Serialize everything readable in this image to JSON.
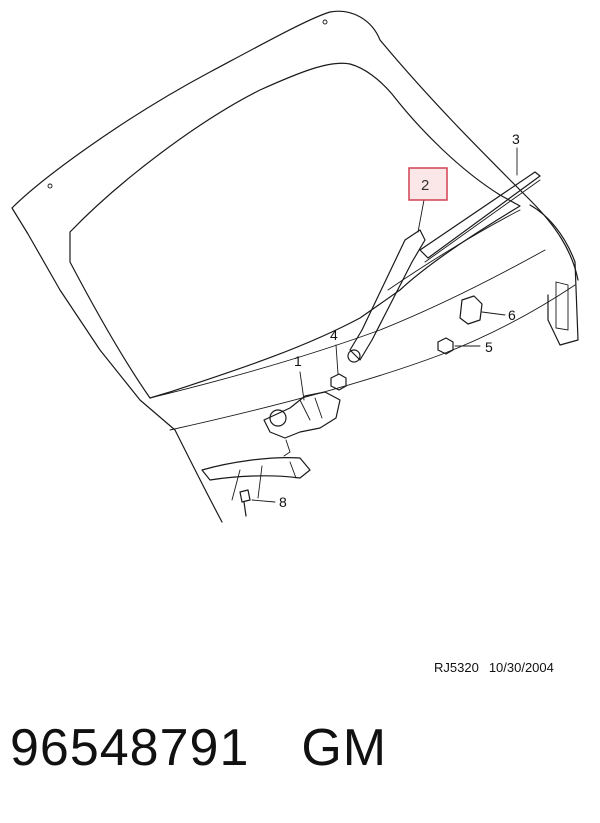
{
  "diagram": {
    "callouts": [
      {
        "id": "1",
        "label": "1"
      },
      {
        "id": "2",
        "label": "2",
        "highlighted": true
      },
      {
        "id": "3",
        "label": "3"
      },
      {
        "id": "4",
        "label": "4"
      },
      {
        "id": "5",
        "label": "5"
      },
      {
        "id": "6",
        "label": "6"
      },
      {
        "id": "8",
        "label": "8"
      }
    ],
    "highlight_color": "#d04050",
    "highlight_fill": "#fbe6e8"
  },
  "reference": {
    "code": "RJ5320",
    "date": "10/30/2004"
  },
  "part": {
    "number": "96548791",
    "brand": "GM"
  }
}
